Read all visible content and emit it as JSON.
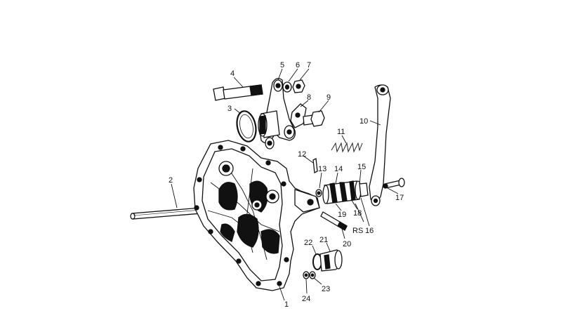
{
  "diagram": {
    "labels": {
      "l1": "1",
      "l2": "2",
      "l3": "3",
      "l4": "4",
      "l5": "5",
      "l6": "6",
      "l7": "7",
      "l8": "8",
      "l9": "9",
      "l10": "10",
      "l11": "11",
      "l12": "12",
      "l13": "13",
      "l14": "14",
      "l15": "15",
      "l16": "16",
      "l17": "17",
      "l18": "18",
      "l19": "19",
      "l20": "20",
      "l21": "21",
      "l22": "22",
      "l23": "23",
      "l24": "24",
      "lRS": "RS"
    },
    "colors": {
      "ink": "#111111",
      "paper": "#ffffff"
    }
  }
}
